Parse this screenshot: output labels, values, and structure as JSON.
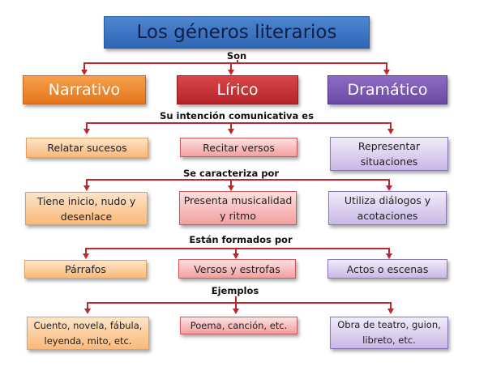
{
  "title": "Los géneros literarios",
  "connectors": {
    "son": "Son",
    "intencion": "Su intención comunicativa es",
    "caracteriza": "Se caracteriza por",
    "formados": "Están formados por",
    "ejemplos": "Ejemplos"
  },
  "genres": [
    {
      "name": "Narrativo",
      "color": "#E8801F"
    },
    {
      "name": "Lírico",
      "color": "#C0292C"
    },
    {
      "name": "Dramático",
      "color": "#7455AF"
    }
  ],
  "rows": {
    "intencion": [
      "Relatar sucesos",
      "Recitar versos",
      "Representar situaciones"
    ],
    "caracteriza": [
      "Tiene inicio, nudo y desenlace",
      "Presenta musicalidad y ritmo",
      "Utiliza diálogos y acotaciones"
    ],
    "formados": [
      "Párrafos",
      "Versos y estrofas",
      "Actos o escenas"
    ],
    "ejemplos": [
      "Cuento, novela, fábula, leyenda, mito, etc.",
      "Poema, canción, etc.",
      "Obra de teatro, guion, libreto, etc."
    ]
  },
  "colors": {
    "line": "#C0262C",
    "title_bg": "#3A72C4"
  }
}
